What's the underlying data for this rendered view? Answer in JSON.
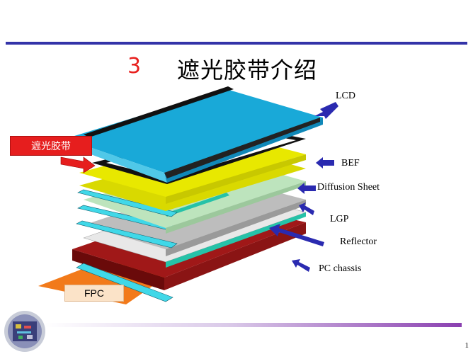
{
  "slide": {
    "number": "3",
    "title": "遮光胶带介绍",
    "page": "1"
  },
  "labels": {
    "lcd": "LCD",
    "bef": "BEF",
    "diffusion": "Diffusion Sheet",
    "lgp": "LGP",
    "reflector": "Reflector",
    "chassis": "PC chassis",
    "fpc": "FPC",
    "tape_callout": "遮光胶带"
  },
  "colors": {
    "rule": "#3333a8",
    "title_number": "#e8201e",
    "lcd": "#19a9d8",
    "bef": "#e0e000",
    "diffusion": "#bde4bd",
    "lgp": "#bdbdbd",
    "chassis": "#7a0f0f",
    "fpc": "#f27a1a",
    "tape_strip": "#26c2a8",
    "arrow": "#2a2ab0",
    "callout": "#e61e1e"
  }
}
